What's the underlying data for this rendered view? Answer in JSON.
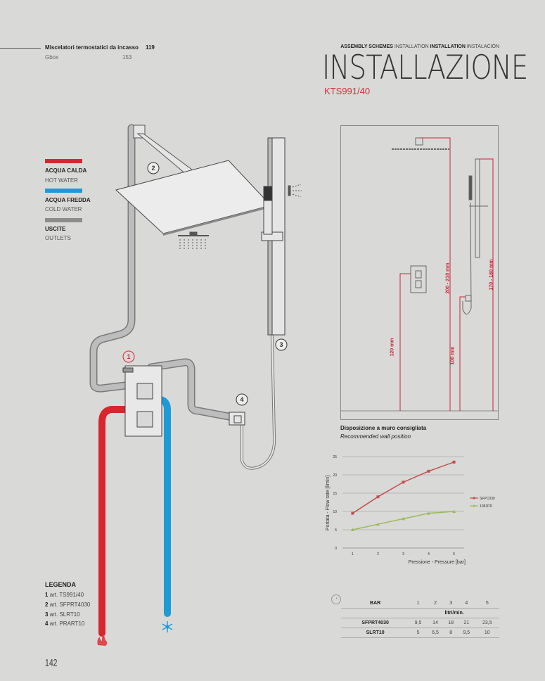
{
  "nav": {
    "items": [
      {
        "label": "Miscelatori termostatici da incasso",
        "page": "119"
      },
      {
        "label": "Gbox",
        "page": "153"
      }
    ]
  },
  "header": {
    "languages": [
      "ASSEMBLY SCHEMES",
      "INSTALLATION",
      "INSTALLATION",
      "INSTALACIÓN"
    ],
    "title": "INSTALLAZIONE",
    "model": "KTS991/40"
  },
  "colors": {
    "hot": "#d8262e",
    "cold": "#1e9bd7",
    "outlet": "#8c8c8c",
    "accent": "#d0303a",
    "series1": "#c0504d",
    "series2": "#9bbb59"
  },
  "legend_lines": [
    {
      "label": "ACQUA CALDA",
      "sub": "HOT WATER"
    },
    {
      "label": "ACQUA FREDDA",
      "sub": "COLD WATER"
    },
    {
      "label": "USCITE",
      "sub": "OUTLETS"
    }
  ],
  "legenda": {
    "title": "LEGENDA",
    "items": [
      {
        "num": "1",
        "text": "art. TS991/40"
      },
      {
        "num": "2",
        "text": "art. SFPRT4030"
      },
      {
        "num": "3",
        "text": "art. SLRT10"
      },
      {
        "num": "4",
        "text": "art. PRART10"
      }
    ]
  },
  "callouts": [
    "1",
    "2",
    "3",
    "4"
  ],
  "wall": {
    "dims": [
      "120 mm",
      "200 - 210 mm",
      "100 mm",
      "170 - 180 mm"
    ],
    "caption": "Disposizione a muro consigliata",
    "caption_en": "Recommended wall position"
  },
  "chart_data": {
    "type": "line",
    "title": "",
    "xlabel": "Pressione - Pressure [bar]",
    "ylabel": "Portata - Flow rate [l/min]",
    "x": [
      1,
      2,
      3,
      4,
      5
    ],
    "xlim": [
      0.6,
      5.4
    ],
    "ylim": [
      0,
      25
    ],
    "yticks": [
      0,
      5,
      10,
      15,
      20,
      25
    ],
    "grid": true,
    "legend": "right",
    "series": [
      {
        "name": "SFPC030",
        "values": [
          9.5,
          14,
          18,
          21,
          23.5
        ],
        "marker": "square"
      },
      {
        "name": "1081PD",
        "values": [
          5,
          6.5,
          8,
          9.5,
          10
        ],
        "marker": "triangle"
      }
    ]
  },
  "table": {
    "header": [
      "BAR",
      "1",
      "2",
      "3",
      "4",
      "5"
    ],
    "unit": "litri/min.",
    "rows": [
      [
        "SFPRT4030",
        "9,5",
        "14",
        "18",
        "21",
        "23,5"
      ],
      [
        "SLRT10",
        "5",
        "6,5",
        "8",
        "9,5",
        "10"
      ]
    ]
  },
  "page_number": "142"
}
